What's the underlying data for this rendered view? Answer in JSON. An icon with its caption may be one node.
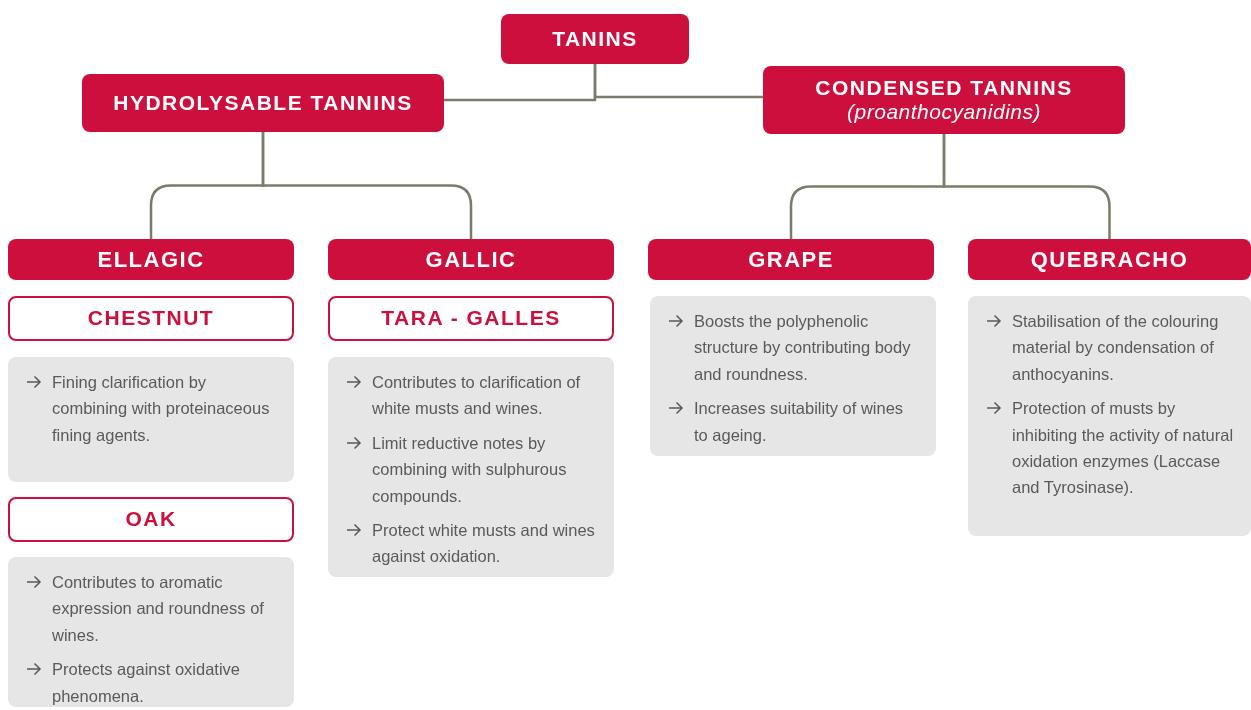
{
  "diagram": {
    "nodes": [
      {
        "text": [
          "TANINS"
        ]
      },
      {
        "text": [
          "HYDROLYSABLE TANNINS"
        ]
      },
      {
        "text": [
          "CONDENSED TANNINS",
          "(proanthocyanidins)"
        ]
      },
      {
        "text": [
          "ELLAGIC"
        ]
      },
      {
        "text": [
          "GALLIC"
        ]
      },
      {
        "text": [
          "GRAPE"
        ]
      },
      {
        "text": [
          "QUEBRACHO"
        ]
      },
      {
        "text": [
          "CHESTNUT"
        ]
      },
      {
        "text": [
          "Fining clarification by combining with proteinaceous fining agents."
        ]
      },
      {
        "text": [
          "OAK"
        ]
      },
      {
        "text": [
          "Contributes to aromatic expression and roundness of wines.",
          "Protects against oxidative phenomena."
        ]
      },
      {
        "text": [
          "TARA - GALLES"
        ]
      },
      {
        "text": [
          "Contributes to clarification of white musts and wines.",
          "Limit reductive notes by combining with sulphurous compounds.",
          "Protect white musts and wines against oxidation."
        ]
      },
      {
        "text": [
          "Boosts the polyphenolic structure by contributing body and roundness.",
          "Increases suitability of wines to ageing."
        ]
      },
      {
        "text": [
          "Stabilisation of the colouring material by condensation of anthocyanins.",
          "Protection of musts by inhibiting the activity of natural oxidation enzymes (Laccase and Tyrosinase)."
        ]
      }
    ],
    "edges": [
      {
        "from": 0,
        "to": 1,
        "arrow": "none"
      },
      {
        "from": 0,
        "to": 2,
        "arrow": "none"
      },
      {
        "from": 1,
        "to": 3,
        "arrow": "none"
      },
      {
        "from": 1,
        "to": 4,
        "arrow": "none"
      },
      {
        "from": 2,
        "to": 5,
        "arrow": "none"
      },
      {
        "from": 2,
        "to": 6,
        "arrow": "none"
      }
    ]
  }
}
